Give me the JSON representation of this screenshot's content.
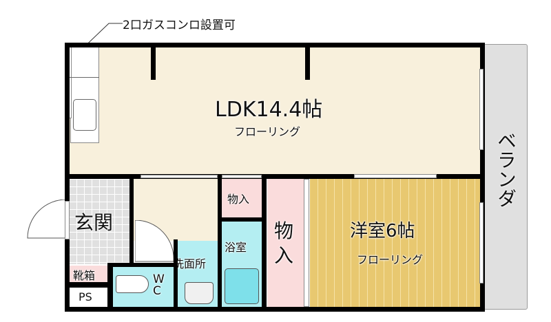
{
  "annotation": {
    "gas_stove": "2口ガスコンロ設置可"
  },
  "rooms": {
    "ldk": {
      "name": "LDK14.4帖",
      "floor": "フローリング"
    },
    "western": {
      "name": "洋室6帖",
      "floor": "フローリング"
    },
    "entrance": {
      "name": "玄関"
    },
    "shoe_box": {
      "name": "靴箱"
    },
    "ps": {
      "name": "PS"
    },
    "wc": {
      "name_line1": "W",
      "name_line2": "C"
    },
    "washroom": {
      "name": "洗面所"
    },
    "bath": {
      "name": "浴室"
    },
    "storage_small": {
      "name": "物入"
    },
    "storage_tall": {
      "name_line1": "物",
      "name_line2": "入"
    },
    "balcony": {
      "name": "ベランダ"
    }
  },
  "colors": {
    "ldk": "#f8f0dc",
    "western": "#e8c870",
    "entrance": "#e0e0e0",
    "wet": "#b4eef2",
    "storage": "#fadcdc",
    "balcony": "#e0e0e0",
    "wall": "#000000"
  }
}
